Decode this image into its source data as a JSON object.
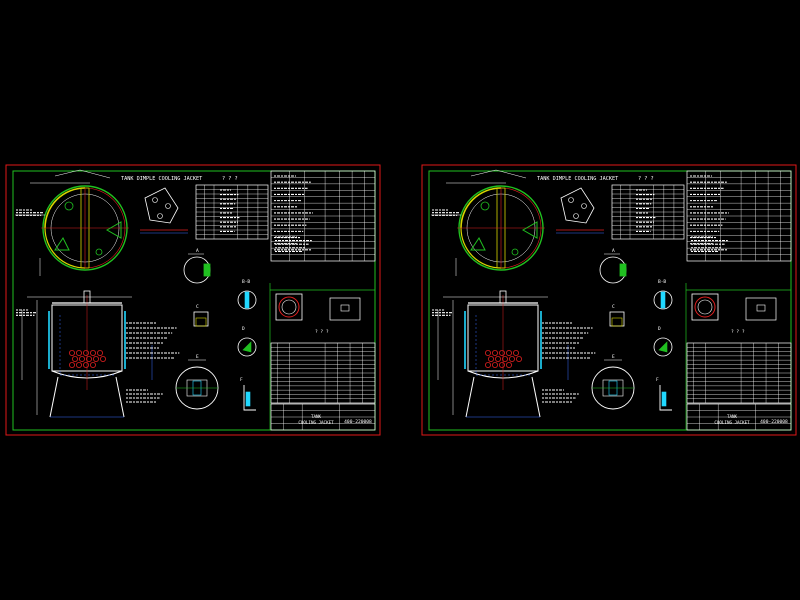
{
  "colors": {
    "background": "#000000",
    "outer_frame": "#e01818",
    "inner_frame": "#20c020",
    "drawing_lines": "#ffffff",
    "dimension_lines": "#3a6cff",
    "accent_yellow": "#d8d800",
    "accent_green": "#20c020",
    "accent_red": "#e02020",
    "accent_cyan": "#20d8ff"
  },
  "sheets": [
    {
      "title": "TANK DIMPLE COOLING JACKET",
      "title_marks": "? ? ?",
      "drawing_no": "400-220008",
      "caption_1": "TANK",
      "caption_2": "COOLING JACKET"
    },
    {
      "title": "TANK DIMPLE COOLING JACKET",
      "title_marks": "? ? ?",
      "drawing_no": "400-220008",
      "caption_1": "TANK",
      "caption_2": "COOLING JACKET"
    }
  ],
  "detail_labels": {
    "d1": "A",
    "d2": "B-B",
    "d3": "C",
    "d4": "D",
    "d5": "E",
    "d6": "F",
    "parts_table": "? ? ?"
  },
  "icons": {
    "top_view": "tank-top-view-icon",
    "elevation": "tank-elevation-icon"
  }
}
